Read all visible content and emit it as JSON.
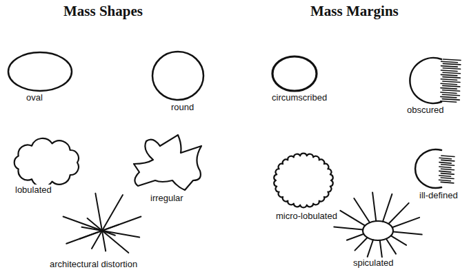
{
  "diagram": {
    "labels": [
      "Mass Shapes",
      "Mass Margins",
      "oval",
      "round",
      "lobulated",
      "irregular",
      "architectural distortion",
      "circumscribed",
      "obscured",
      "micro-lobulated",
      "ill-defined",
      "spiculated"
    ]
  }
}
